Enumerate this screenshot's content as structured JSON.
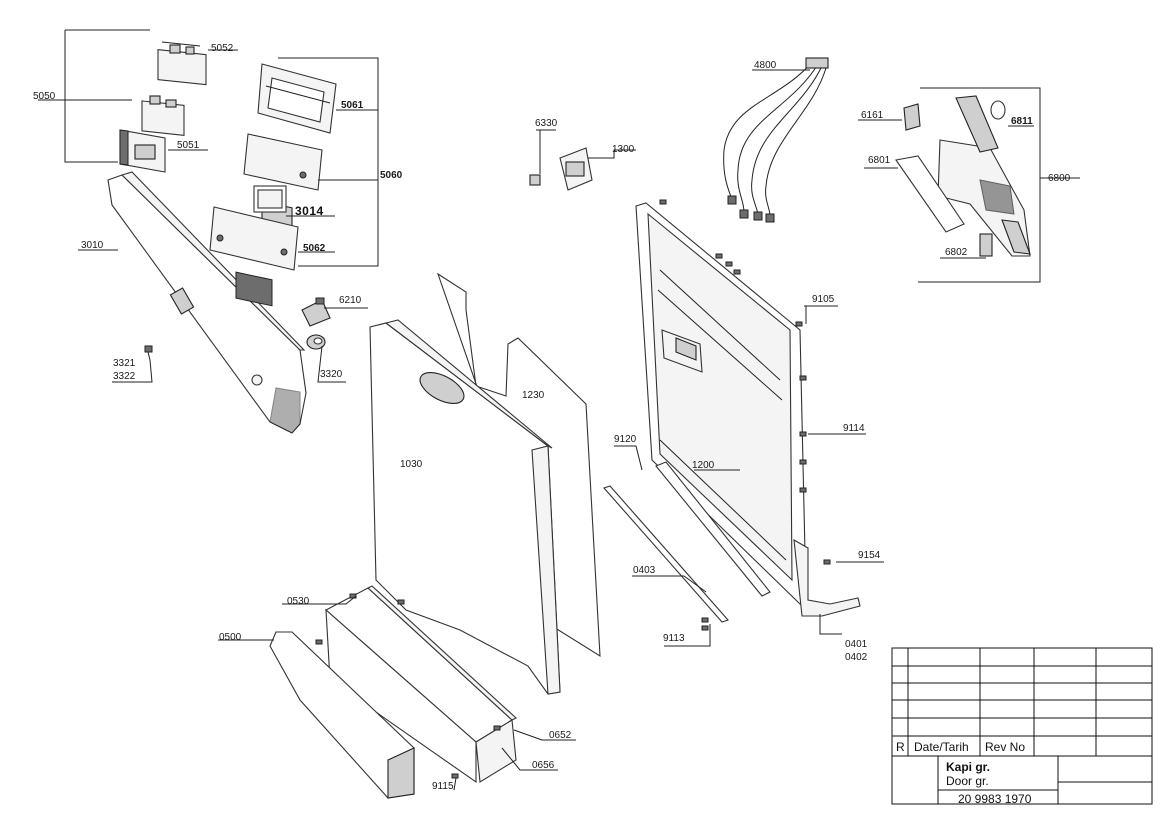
{
  "part_labels": {
    "p5052": "5052",
    "p5050": "5050",
    "p5051": "5051",
    "p3010": "3010",
    "p3321": "3321",
    "p3322": "3322",
    "p5061": "5061",
    "p5060": "5060",
    "p3014": "3014",
    "p5062": "5062",
    "p6210": "6210",
    "p3320": "3320",
    "p6330": "6330",
    "p1300": "1300",
    "p4800": "4800",
    "p6161": "6161",
    "p6811": "6811",
    "p6801": "6801",
    "p6800": "6800",
    "p6802": "6802",
    "p9105": "9105",
    "p1230": "1230",
    "p1030": "1030",
    "p9120": "9120",
    "p1200": "1200",
    "p9114": "9114",
    "p9154": "9154",
    "p0403": "0403",
    "p9113": "9113",
    "p0401": "0401",
    "p0402": "0402",
    "p0530": "0530",
    "p0500": "0500",
    "p0652": "0652",
    "p0656": "0656",
    "p9115": "9115"
  },
  "title_block": {
    "rev_marker": "R",
    "date_header": "Date/Tarih",
    "rev_header": "Rev No",
    "title_tr": "Kapi gr.",
    "title_en": "Door gr.",
    "drawing_number": "20 9983 1970"
  }
}
